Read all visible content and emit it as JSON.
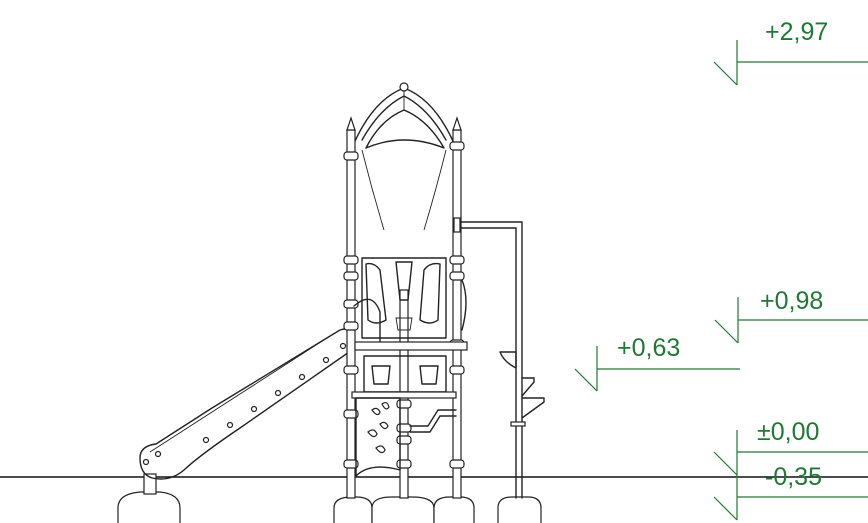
{
  "levels": [
    {
      "id": "top",
      "label": "+2,97"
    },
    {
      "id": "platform-upper",
      "label": "+0,98"
    },
    {
      "id": "platform-lower",
      "label": "+0,63"
    },
    {
      "id": "ground",
      "label": "±0,00"
    },
    {
      "id": "foundation",
      "label": "-0,35"
    }
  ],
  "colors": {
    "annotation": "#1e7a32",
    "linework": "#222222"
  }
}
